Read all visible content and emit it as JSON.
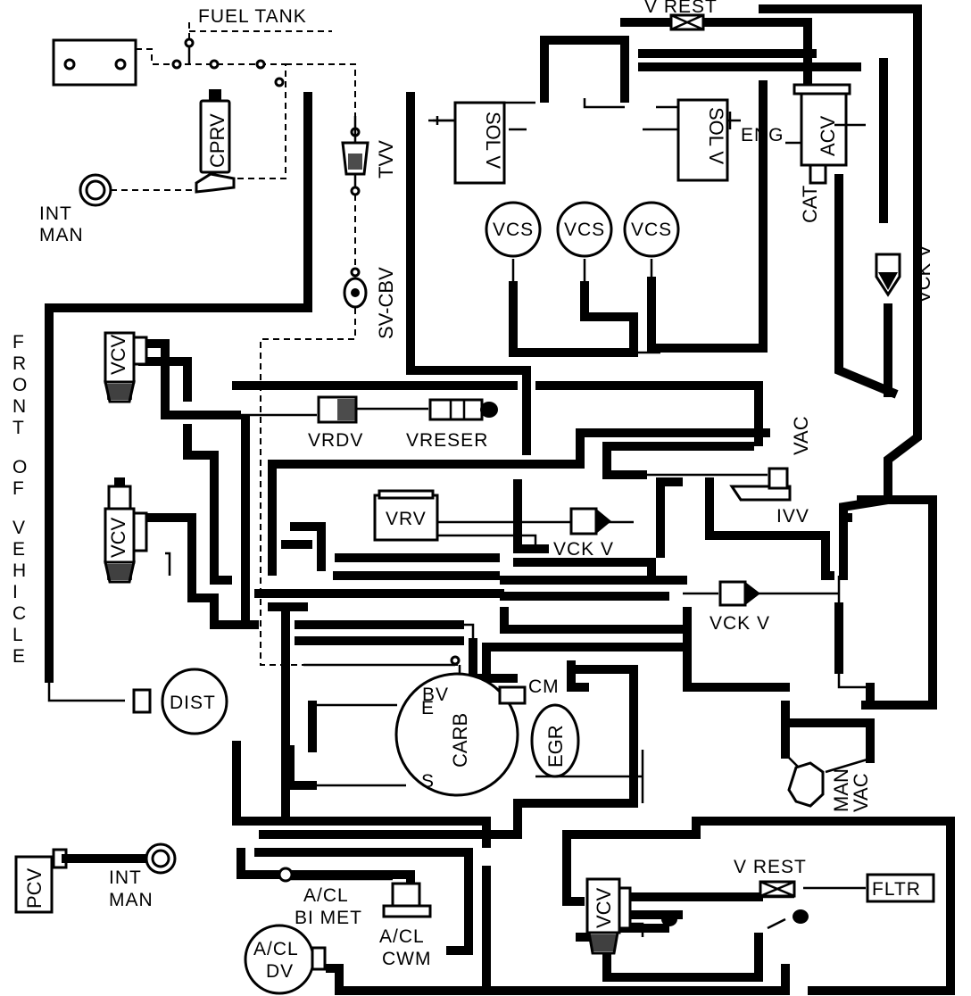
{
  "labels": {
    "fuel_tank": "FUEL TANK",
    "cprv": "CPRV",
    "int_man_1": "INT",
    "int_man_2": "MAN",
    "tvv": "TVV",
    "sv_cbv": "SV-CBV",
    "v_rest_top": "V REST",
    "sol_v_left": "SOL V",
    "sol_v_right": "SOL V",
    "eng": "ENG",
    "acv": "ACV",
    "cat": "CAT",
    "vcs_1": "VCS",
    "vcs_2": "VCS",
    "vcs_3": "VCS",
    "vck_v_right": "VCK V",
    "front_of_vehicle": [
      "F",
      "R",
      "O",
      "N",
      "T",
      "",
      "O",
      "F",
      "",
      "V",
      "E",
      "H",
      "I",
      "C",
      "L",
      "E"
    ],
    "vcv_1": "VCV",
    "vcv_2": "VCV",
    "vrdv": "VRDV",
    "vreser": "VRESER",
    "vac": "VAC",
    "ivv": "IVV",
    "vrv": "VRV",
    "vck_v_mid": "VCK V",
    "vck_v_lower": "VCK V",
    "cm": "CM",
    "bv": "BV",
    "e": "E",
    "s": "S",
    "carb": "CARB",
    "egr": "EGR",
    "dist": "DIST",
    "man_vac_1": "MAN",
    "man_vac_2": "VAC",
    "pcv": "PCV",
    "int_man2_1": "INT",
    "int_man2_2": "MAN",
    "acl_bimet_1": "A/CL",
    "acl_bimet_2": "BI MET",
    "acl_cwm_1": "A/CL",
    "acl_cwm_2": "CWM",
    "acl_dv_1": "A/CL",
    "acl_dv_2": "DV",
    "v_rest_bottom": "V REST",
    "fltr": "FLTR",
    "vcv_3": "VCV"
  }
}
